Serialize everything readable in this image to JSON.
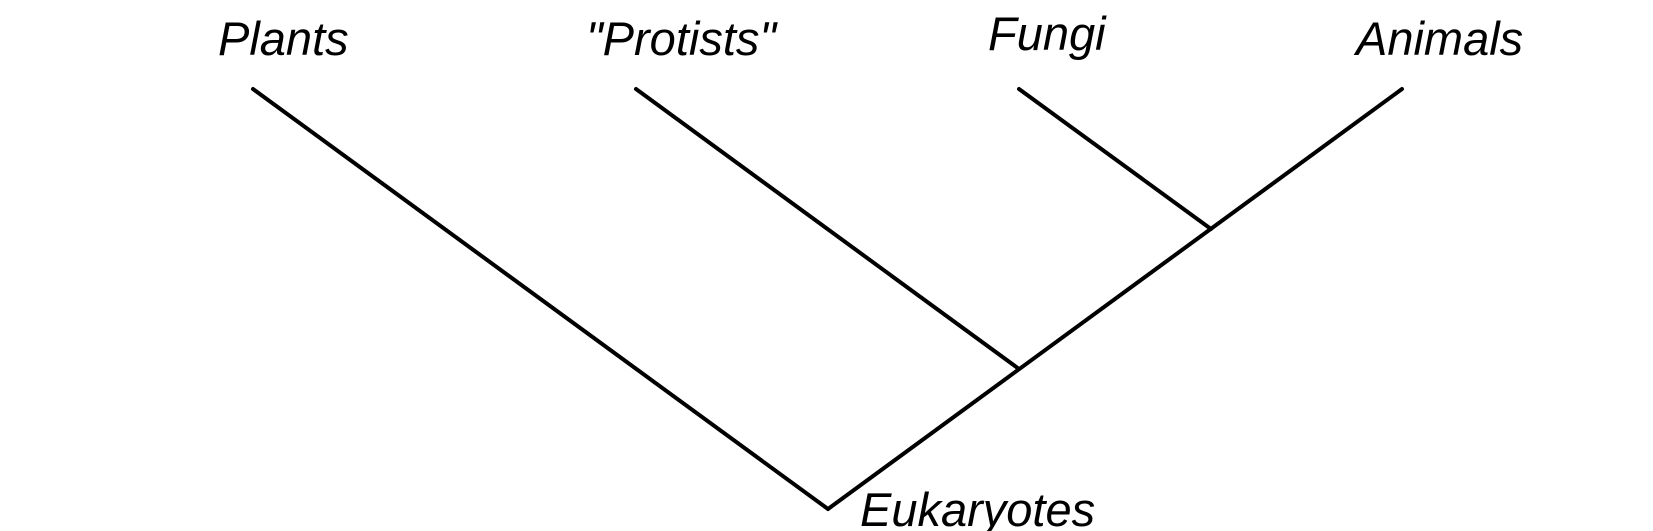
{
  "diagram": {
    "type": "phylogenetic-tree",
    "root": {
      "label": "Eukaryotes",
      "children": [
        {
          "label": "Plants"
        },
        {
          "label": "",
          "children": [
            {
              "label": "\"Protists\""
            },
            {
              "label": "",
              "children": [
                {
                  "label": "Fungi"
                },
                {
                  "label": "Animals"
                }
              ]
            }
          ]
        }
      ]
    },
    "taxa": {
      "plants": "Plants",
      "protists": "\"Protists\"",
      "fungi": "Fungi",
      "animals": "Animals"
    },
    "root_label": "Eukaryotes",
    "line_color": "#000000"
  }
}
